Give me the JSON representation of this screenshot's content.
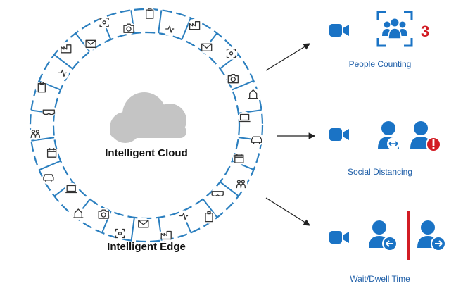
{
  "diagram": {
    "center_label": "Intelligent Cloud",
    "ring_label": "Intelligent Edge",
    "colors": {
      "ring": "#2b7fbf",
      "icon": "#333333",
      "accent_blue": "#1a73c5",
      "alert_red": "#d21c24",
      "cloud": "#c4c4c4"
    },
    "scenarios": [
      {
        "label": "People Counting",
        "count": "3"
      },
      {
        "label": "Social Distancing"
      },
      {
        "label": "Wait/Dwell Time"
      }
    ],
    "device_icons": [
      "clipboard-icon",
      "heart-rate-icon",
      "factory-icon",
      "mail-icon",
      "face-scan-icon",
      "camera-icon",
      "building-icon",
      "laptop-icon",
      "car-icon",
      "calendar-icon",
      "people-icon",
      "vr-headset-icon",
      "eye-icon",
      "pen-device-icon",
      "face-id-icon",
      "hand-pointer-icon",
      "airplane-icon",
      "game-controller-icon",
      "lightbulb-icon",
      "industrial-icon",
      "robot-arm-icon",
      "translate-icon",
      "shopping-cart-icon",
      "ai-badge-icon",
      "barcode-scanner-icon",
      "employee-icon",
      "pen-stroke-icon",
      "phone-icon",
      "layers-icon",
      "lock-icon"
    ]
  }
}
